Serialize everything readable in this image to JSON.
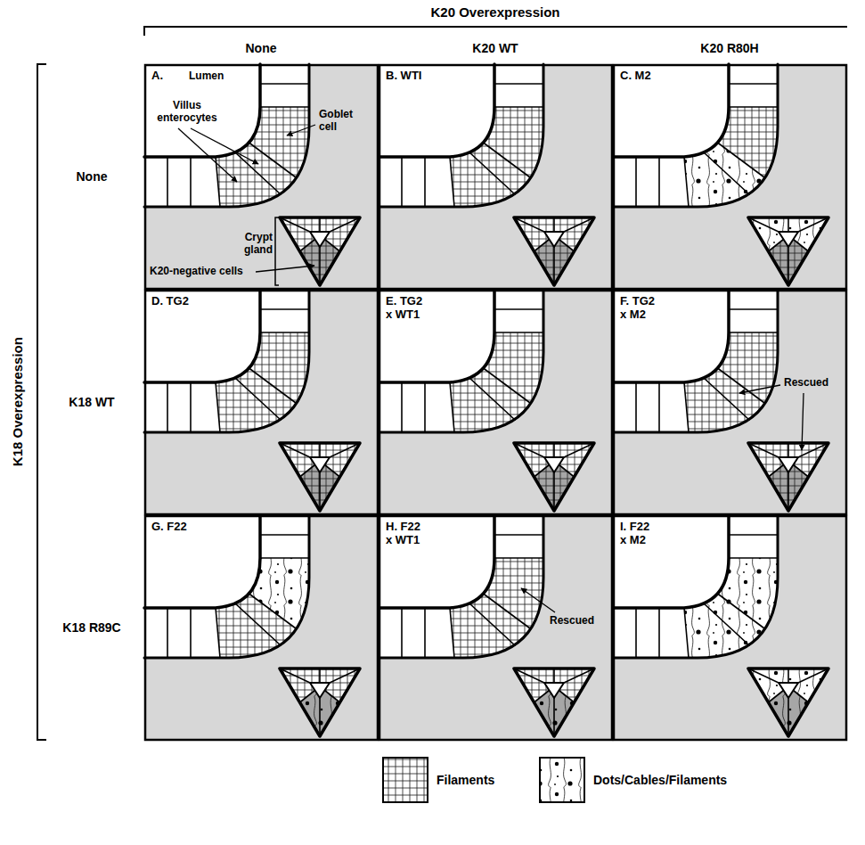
{
  "diagram": {
    "nodes": [
      {
        "text": [
          "A.",
          "Lumen",
          "Villus enterocytes",
          "Goblet cell",
          "Crypt gland",
          "K20-negative cells"
        ]
      },
      {
        "text": [
          "B. WTI"
        ]
      },
      {
        "text": [
          "C. M2"
        ]
      },
      {
        "text": [
          "D. TG2"
        ]
      },
      {
        "text": [
          "E. TG2 x WT1"
        ]
      },
      {
        "text": [
          "F. TG2 x M2",
          "Rescued"
        ]
      },
      {
        "text": [
          "G. F22"
        ]
      },
      {
        "text": [
          "H. F22 x WT1",
          "Rescued"
        ]
      },
      {
        "text": [
          "I. F22 x M2"
        ]
      }
    ],
    "labels": [
      "K20 Overexpression",
      "None",
      "K20 WT",
      "K20 R80H",
      "K18 Overexpression",
      "None",
      "K18 WT",
      "K18 R89C"
    ],
    "legend": [
      {
        "text": "Filaments"
      },
      {
        "text": "Dots/Cables/Filaments"
      }
    ]
  }
}
